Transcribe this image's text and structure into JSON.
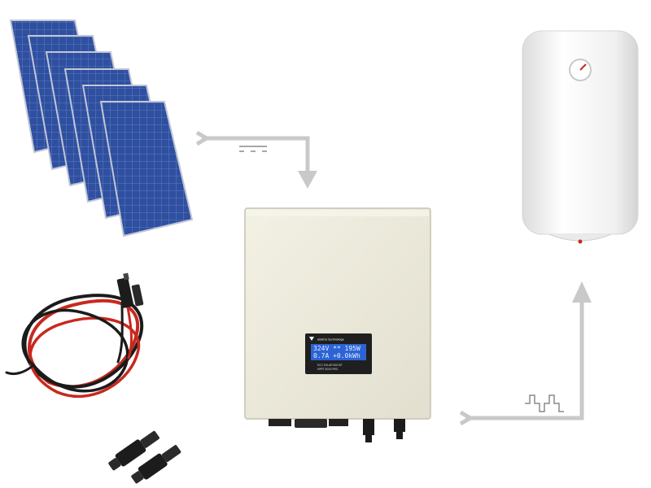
{
  "display": {
    "brand_label": "elektro technology",
    "line1": "324V  **  195W",
    "line2": "0.7A    +0.0kWh",
    "panel_line1": "ECO SOLAR BOOST",
    "panel_line2": "MPPT-3000 PRO"
  },
  "colors": {
    "panel_blue": "#2f4fa0",
    "arrow_gray": "#c9c9c9",
    "inverter_body": "#ece9da",
    "lcd_blue": "#2c63d6",
    "cable_red": "#c8291e",
    "boiler_white": "#f6f6f6"
  },
  "icons": {
    "dc_symbol": "dc-current-icon",
    "ac_symbol": "ac-square-wave-icon",
    "dial": "thermostat-dial-icon"
  }
}
